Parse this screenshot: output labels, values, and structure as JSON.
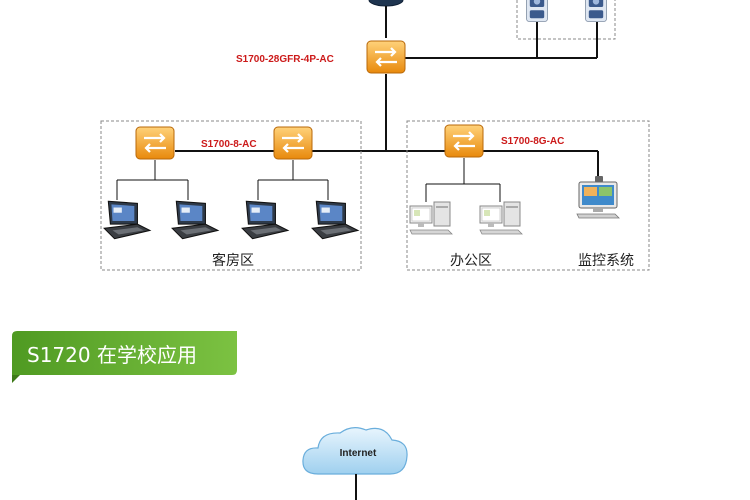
{
  "devices": {
    "core_switch": "S1700-28GFR-4P-AC",
    "guest_switch": "S1700-8-AC",
    "office_switch": "S1700-8G-AC"
  },
  "zones": {
    "guest": "客房区",
    "office": "办公区",
    "monitoring": "监控系统"
  },
  "section": {
    "title": "S1720 在学校应用"
  },
  "cloud": {
    "label": "Internet"
  },
  "colors": {
    "switch_orange": "#f4a21c",
    "label_red": "#cc1a1a",
    "banner_green": "#5ea82c",
    "cloud_blue": "#bfe0f5"
  }
}
